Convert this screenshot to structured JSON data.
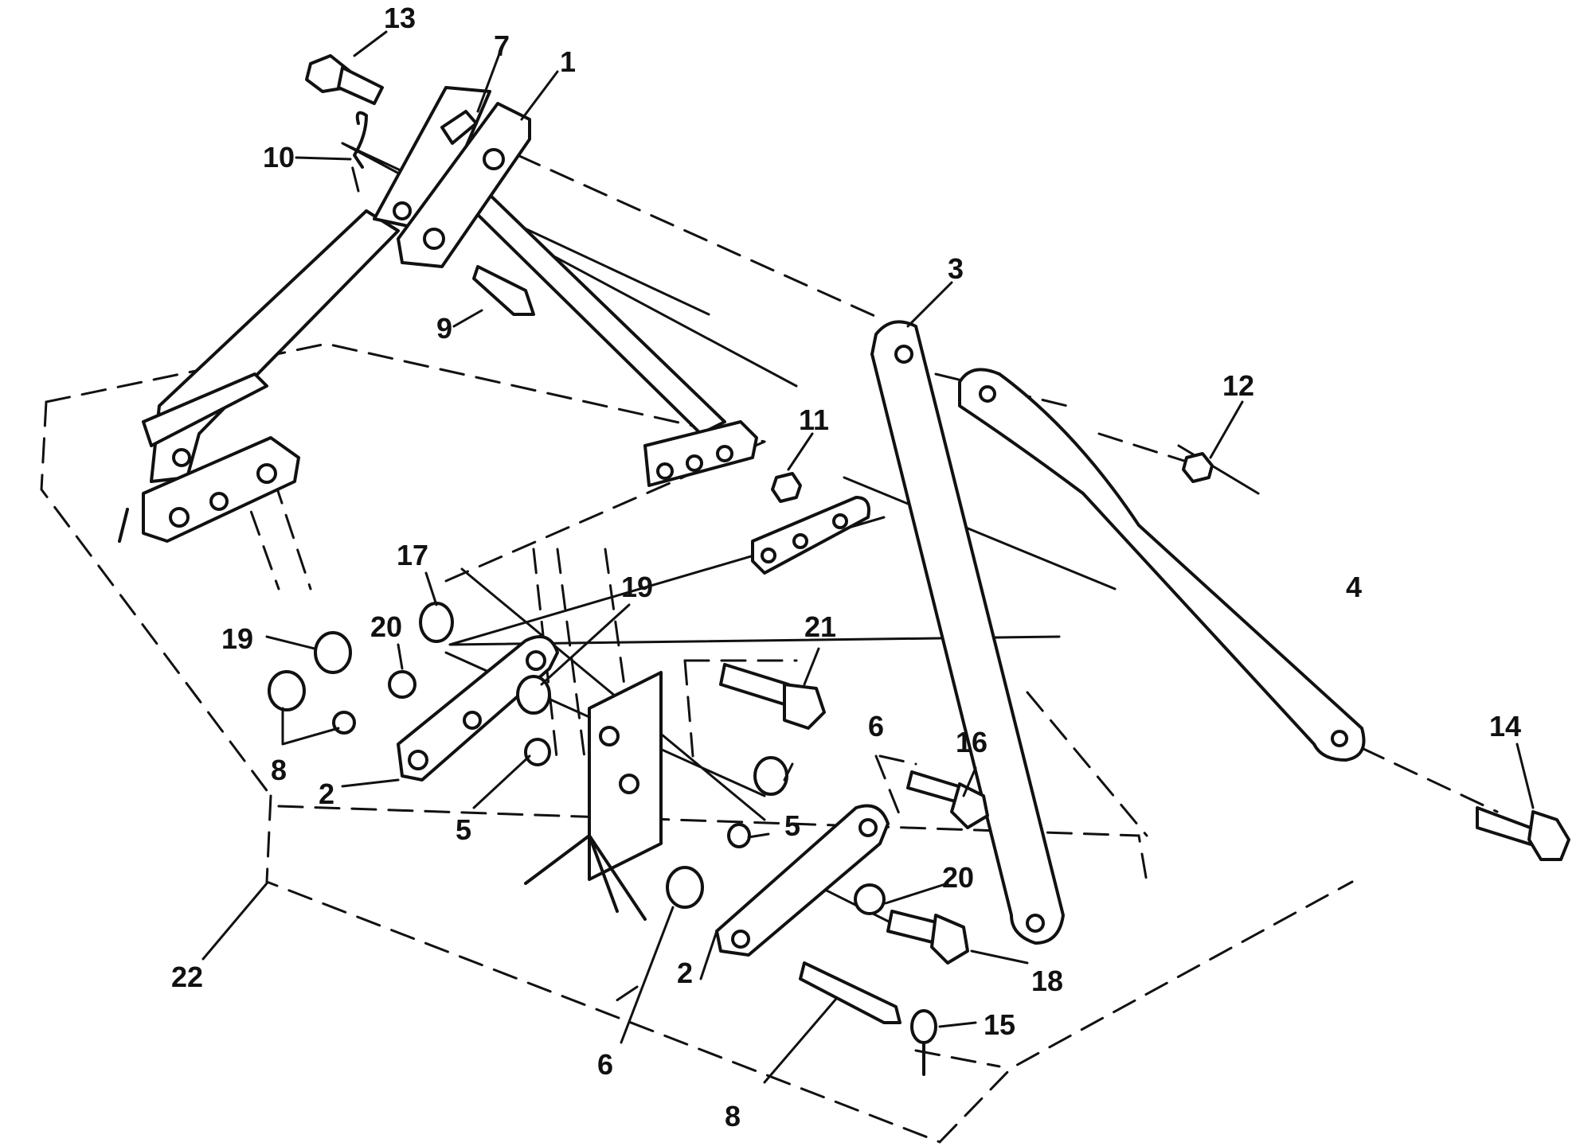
{
  "callouts": {
    "c1": "1",
    "c2a": "2",
    "c2b": "2",
    "c3": "3",
    "c4": "4",
    "c5a": "5",
    "c5b": "5",
    "c6a": "6",
    "c6b": "6",
    "c7": "7",
    "c8a": "8",
    "c8b": "8",
    "c9": "9",
    "c10": "10",
    "c11": "11",
    "c12": "12",
    "c13": "13",
    "c14": "14",
    "c15": "15",
    "c16": "16",
    "c17": "17",
    "c18": "18",
    "c19a": "19",
    "c19b": "19",
    "c20a": "20",
    "c20b": "20",
    "c21": "21",
    "c22": "22"
  },
  "colors": {
    "ink": "#111111",
    "paper": "#ffffff"
  }
}
